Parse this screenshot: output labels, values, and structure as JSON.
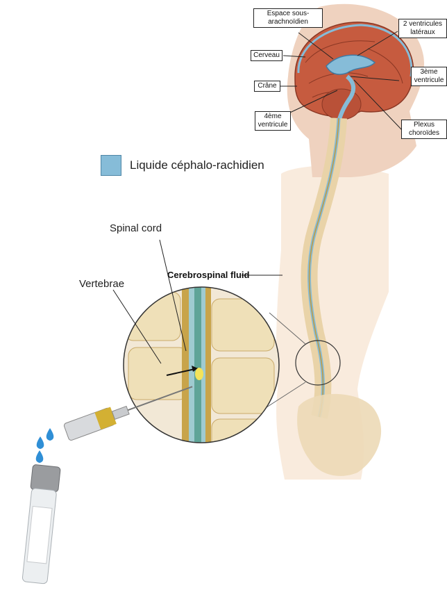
{
  "labels": {
    "espace": "Espace sous-arachnoïdien",
    "ventricules_lateraux": "2 ventricules latéraux",
    "cerveau": "Cerveau",
    "crane": "Crâne",
    "troisieme": "3ème ventricule",
    "quatrieme": "4ème ventricule",
    "plexus": "Plexus choroïdes"
  },
  "legend": {
    "label": "Liquide céphalo-rachidien",
    "color": "#86bcd8"
  },
  "english": {
    "spinal_cord": "Spinal cord",
    "vertebrae": "Vertebrae",
    "csf": "Cerebrospinal fluid"
  }
}
